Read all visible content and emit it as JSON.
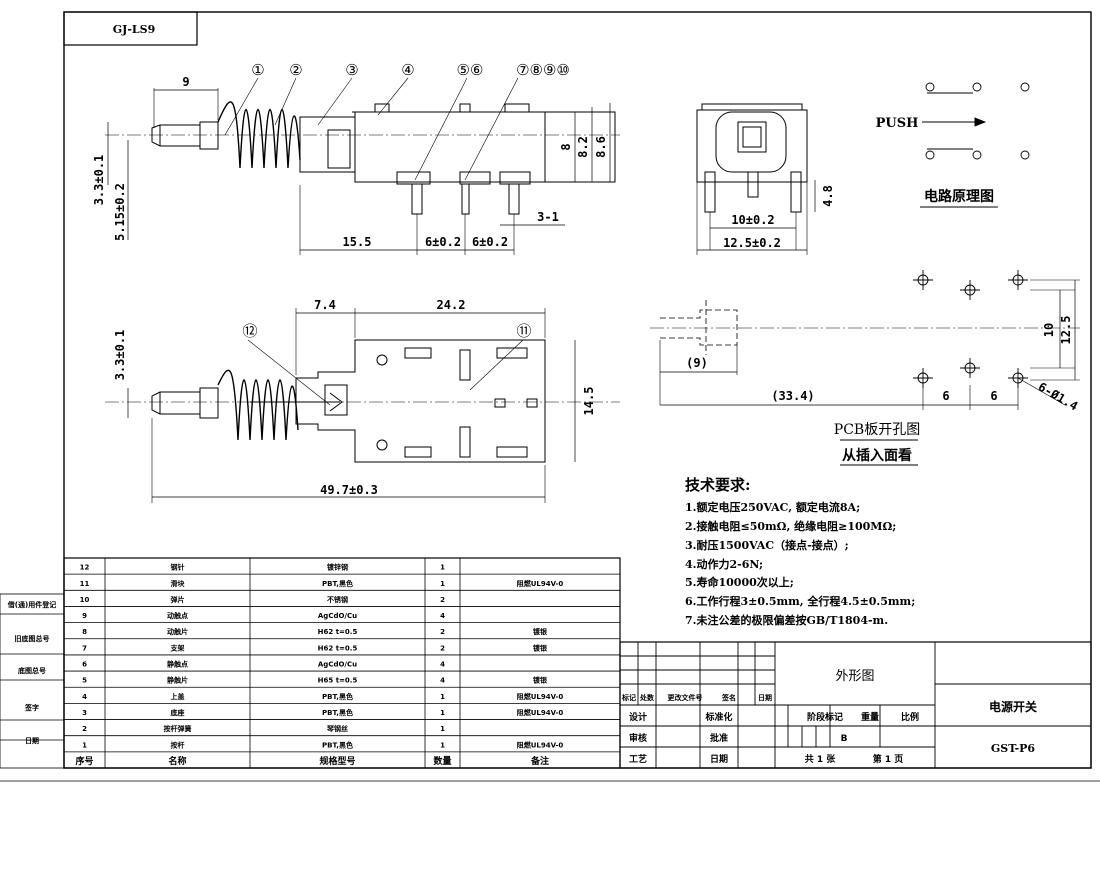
{
  "drawing_code": "GJ-LS9",
  "callouts": [
    "①",
    "②",
    "③",
    "④",
    "⑤⑥",
    "⑦⑧⑨⑩",
    "⑪",
    "⑫"
  ],
  "dims_side": {
    "d9": "9",
    "d3_3": "3.3±0.1",
    "d5_15": "5.15±0.2",
    "d15_5": "15.5",
    "d6a": "6±0.2",
    "d6b": "6±0.2",
    "d3_1": "3-1",
    "d8": "8",
    "d8_2": "8.2",
    "d8_6": "8.6"
  },
  "dims_front": {
    "d10": "10±0.2",
    "d12_5": "12.5±0.2",
    "d4_8": "4.8"
  },
  "dims_top": {
    "d7_4": "7.4",
    "d24_2": "24.2",
    "d3_3": "3.3±0.1",
    "d14_5": "14.5",
    "d49_7": "49.7±0.3"
  },
  "circuit": {
    "push": "PUSH",
    "title": "电路原理图"
  },
  "pcb": {
    "d9": "(9)",
    "d33_4": "(33.4)",
    "d10": "10",
    "d12_5": "12.5",
    "d6a": "6",
    "d6b": "6",
    "hole": "6-Ø1.4",
    "title1": "PCB板开孔图",
    "title2": "从插入面看"
  },
  "tech": {
    "heading": "技术要求:",
    "lines": [
      "1.额定电压250VAC, 额定电流8A;",
      "2.接触电阻≤50mΩ, 绝缘电阻≥100MΩ;",
      "3.耐压1500VAC（接点-接点）;",
      "4.动作力2-6N;",
      "5.寿命10000次以上;",
      "6.工作行程3±0.5mm, 全行程4.5±0.5mm;",
      "7.未注公差的极限偏差按GB/T1804-m."
    ]
  },
  "bom": {
    "header": {
      "no": "序号",
      "name": "名称",
      "spec": "规格型号",
      "qty": "数量",
      "note": "备注"
    },
    "rows": [
      {
        "no": "12",
        "name": "钢针",
        "spec": "镀锌钢",
        "qty": "1",
        "note": ""
      },
      {
        "no": "11",
        "name": "滑块",
        "spec": "PBT,黑色",
        "qty": "1",
        "note": "阻燃UL94V-0"
      },
      {
        "no": "10",
        "name": "弹片",
        "spec": "不锈钢",
        "qty": "2",
        "note": ""
      },
      {
        "no": "9",
        "name": "动触点",
        "spec": "AgCdO/Cu",
        "qty": "4",
        "note": ""
      },
      {
        "no": "8",
        "name": "动触片",
        "spec": "H62 t=0.5",
        "qty": "2",
        "note": "镀银"
      },
      {
        "no": "7",
        "name": "支架",
        "spec": "H62 t=0.5",
        "qty": "2",
        "note": "镀银"
      },
      {
        "no": "6",
        "name": "静触点",
        "spec": "AgCdO/Cu",
        "qty": "4",
        "note": ""
      },
      {
        "no": "5",
        "name": "静触片",
        "spec": "H65 t=0.5",
        "qty": "4",
        "note": "镀银"
      },
      {
        "no": "4",
        "name": "上盖",
        "spec": "PBT,黑色",
        "qty": "1",
        "note": "阻燃UL94V-0"
      },
      {
        "no": "3",
        "name": "底座",
        "spec": "PBT,黑色",
        "qty": "1",
        "note": "阻燃UL94V-0"
      },
      {
        "no": "2",
        "name": "按杆弹簧",
        "spec": "琴钢丝",
        "qty": "1",
        "note": ""
      },
      {
        "no": "1",
        "name": "按杆",
        "spec": "PBT,黑色",
        "qty": "1",
        "note": "阻燃UL94V-0"
      }
    ]
  },
  "side_labels": [
    "借(通)用件登记",
    "旧底图总号",
    "底图总号",
    "签字",
    "日期"
  ],
  "title_block": {
    "drawing_name": "外形图",
    "product": "电源开关",
    "model": "GST-P6",
    "design": "设计",
    "review": "审核",
    "craft": "工艺",
    "std": "标准化",
    "approve": "批准",
    "date": "日期",
    "mark": "标记",
    "count": "处数",
    "docno": "更改文件号",
    "sign": "签名",
    "date2": "日期",
    "stage": "阶段标记",
    "weight": "重量",
    "scale": "比例",
    "stage_val": "B",
    "sheets": "共 1 张",
    "sheet_no": "第 1 页"
  }
}
